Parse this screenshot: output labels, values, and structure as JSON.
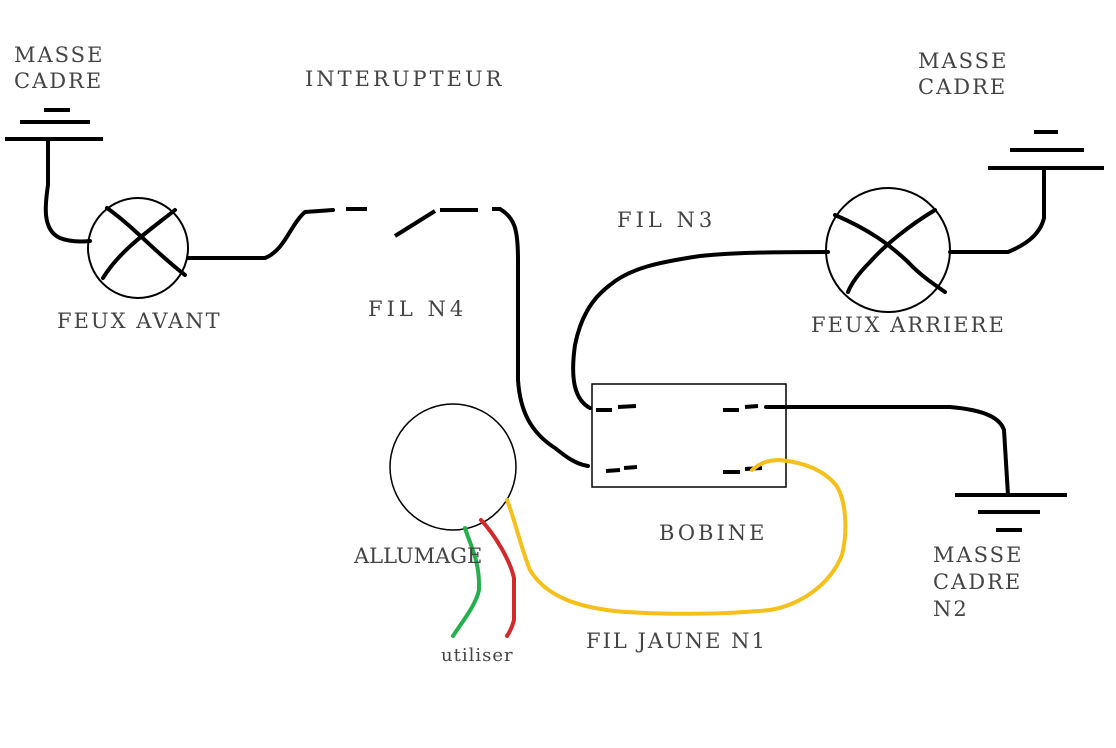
{
  "labels": {
    "masse_cadre_left_1": "MASSE",
    "masse_cadre_left_2": "CADRE",
    "interrupteur": "INTERUPTEUR",
    "masse_cadre_right_1": "MASSE",
    "masse_cadre_right_2": "CADRE",
    "fil_n3": "FIL N3",
    "feux_avant": "FEUX AVANT",
    "fil_n4": "FIL N4",
    "feux_arriere": "FEUX ARRIERE",
    "bobine": "BOBINE",
    "allumage": "ALLUMAGE",
    "masse_cadre_n2_1": "MASSE",
    "masse_cadre_n2_2": "CADRE",
    "masse_cadre_n2_3": "N2",
    "fil_jaune_n1": "FIL JAUNE N1",
    "utiliser": "utiliser"
  },
  "colors": {
    "wire_black": "#000000",
    "wire_yellow": "#f5c01a",
    "wire_green": "#22b14c",
    "wire_red": "#d22a2a",
    "label_grey": "#444444"
  }
}
